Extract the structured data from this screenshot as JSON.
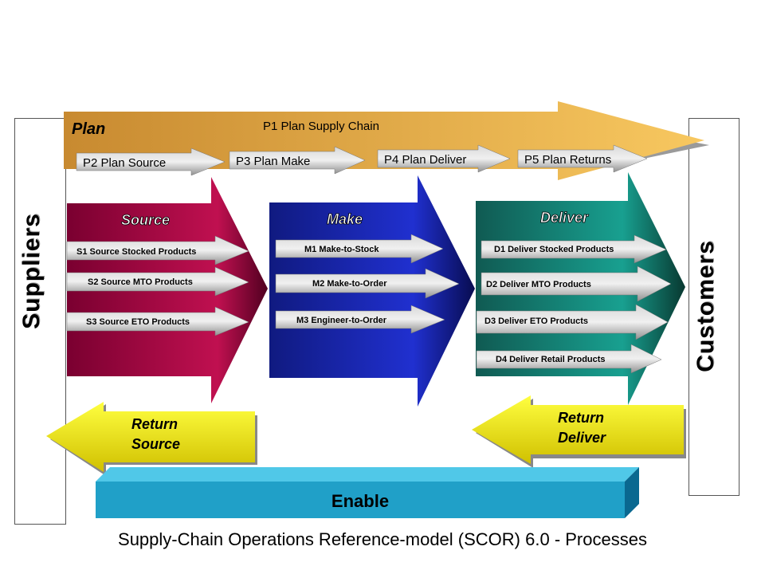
{
  "suppliers_label": "Suppliers",
  "customers_label": "Customers",
  "plan": {
    "title": "Plan",
    "p1": "P1  Plan Supply Chain",
    "items": [
      "P2  Plan Source",
      "P3  Plan Make",
      "P4  Plan Deliver",
      "P5  Plan Returns"
    ]
  },
  "source": {
    "title": "Source",
    "items": [
      "S1  Source Stocked Products",
      "S2  Source MTO Products",
      "S3  Source ETO Products"
    ]
  },
  "make": {
    "title": "Make",
    "items": [
      "M1  Make-to-Stock",
      "M2  Make-to-Order",
      "M3  Engineer-to-Order"
    ]
  },
  "deliver": {
    "title": "Deliver",
    "items": [
      "D1  Deliver Stocked Products",
      "D2  Deliver MTO Products",
      "D3 Deliver ETO Products",
      "D4  Deliver Retail Products"
    ]
  },
  "return_source": {
    "line1": "Return",
    "line2": "Source"
  },
  "return_deliver": {
    "line1": "Return",
    "line2": "Deliver"
  },
  "enable": "Enable",
  "caption": "Supply-Chain Operations Reference-model (SCOR) 6.0 - Processes",
  "colors": {
    "plan": "#f0b850",
    "source": "#8a0a3a",
    "make": "#101880",
    "deliver": "#106058",
    "return": "#ffff00",
    "enable": "#20a0c8",
    "sub_arrow": "#b8b8b8"
  }
}
